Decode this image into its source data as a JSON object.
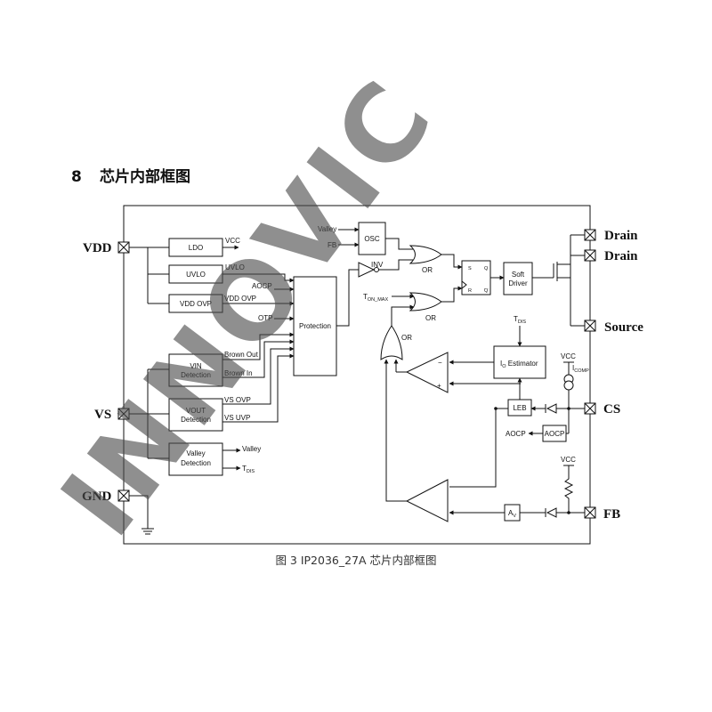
{
  "heading": {
    "number": "8",
    "title": "芯片内部框图"
  },
  "pins": {
    "vdd": "VDD",
    "vs": "VS",
    "gnd": "GND",
    "drain1": "Drain",
    "drain2": "Drain",
    "source": "Source",
    "cs": "CS",
    "fb": "FB"
  },
  "blocks": {
    "ldo": "LDO",
    "uvlo": "UVLO",
    "vdd_ovp": "VDD OVP",
    "vin_det": [
      "VIN",
      "Detection"
    ],
    "vout_det": [
      "VOUT",
      "Detection"
    ],
    "valley_det": [
      "Valley",
      "Detection"
    ],
    "protection": "Protection",
    "osc": "OSC",
    "soft_driver": [
      "Soft",
      "Driver"
    ],
    "io_estimator": {
      "main": "I",
      "sub": "O",
      "rest": " Estimator"
    },
    "leb": "LEB",
    "aocp": "AOCP",
    "av": {
      "main": "A",
      "sub": "V"
    }
  },
  "signals": {
    "vcc_ldo": "VCC",
    "uvlo": "UVLO",
    "aocp": "AOCP",
    "vdd_ovp": "VDD OVP",
    "otp": "OTP",
    "brown_out": "Brown Out",
    "brown_in": "Brown In",
    "vs_ovp": "VS OVP",
    "vs_uvp": "VS UVP",
    "valley_out": "Valley",
    "tdis_out": {
      "main": "T",
      "sub": "DIS"
    },
    "valley_in": "Valley",
    "fb_in": "FB",
    "inv": "INV",
    "or1": "OR",
    "or2": "OR",
    "or3": "OR",
    "ton_max": {
      "main": "T",
      "sub": "ON_MAX"
    },
    "tdis_top": {
      "main": "T",
      "sub": "DIS"
    },
    "vcc_cs": "VCC",
    "icomp": {
      "main": "I",
      "sub": "COMP"
    },
    "aocp_out": "AOCP",
    "vcc_fb": "VCC",
    "minus1": "−",
    "plus1": "+",
    "plus2": "+",
    "minus2": "−",
    "ff_s": "S",
    "ff_r": "R",
    "ff_q": "Q",
    "ff_qb": "Q"
  },
  "watermark": "INNOVIC",
  "caption": "图 3   IP2036_27A 芯片内部框图"
}
